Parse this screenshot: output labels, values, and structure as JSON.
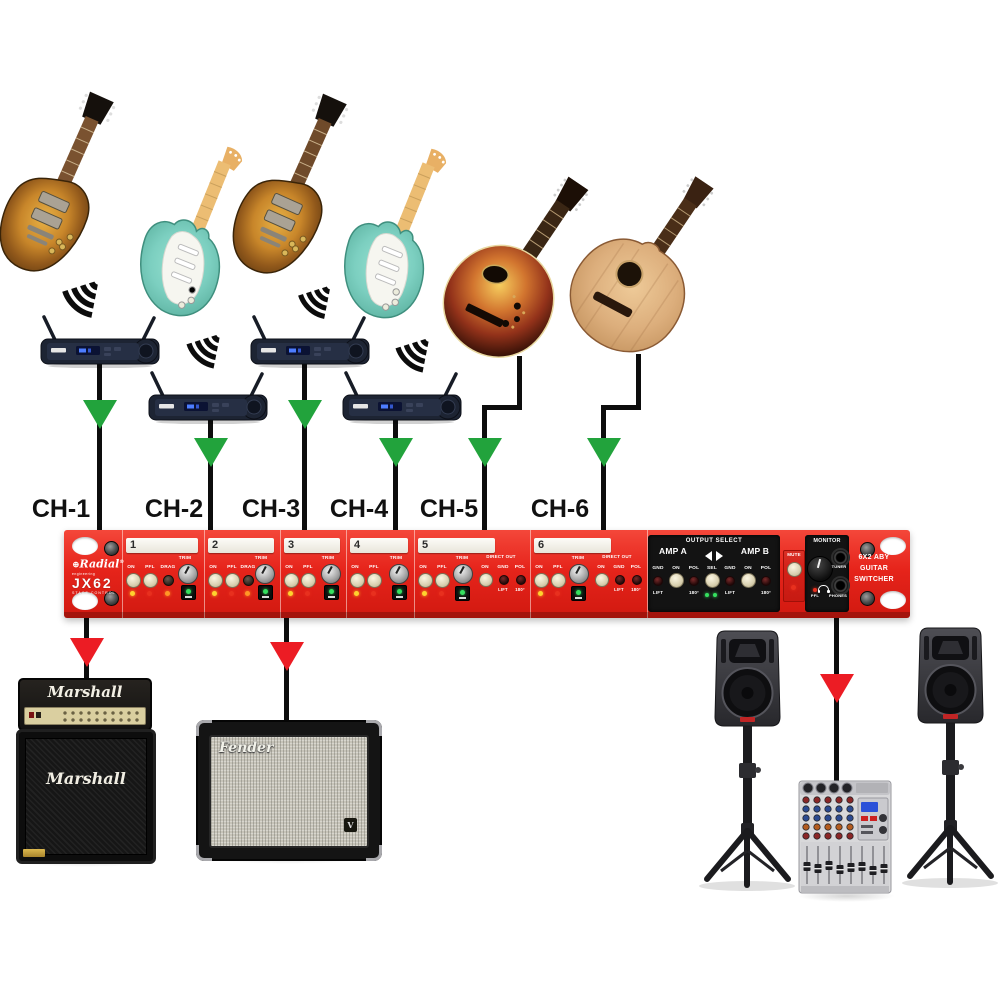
{
  "channel_labels": [
    "CH-1",
    "CH-2",
    "CH-3",
    "CH-4",
    "CH-5",
    "CH-6"
  ],
  "switcher": {
    "brand": "Radial",
    "brand_sub": "engineering",
    "model": "JX62",
    "model_sub": "STAGE CONTROL",
    "product": [
      "6X2 ABY",
      "GUITAR",
      "SWITCHER"
    ],
    "labels": {
      "on": "ON",
      "pfl": "PFL",
      "drag": "DRAG",
      "trim": "TRIM",
      "direct_out": "DIRECT OUT",
      "gnd": "GND",
      "pol": "POL",
      "sel": "SEL",
      "lift": "LIFT",
      "deg": "180°",
      "mute": "MUTE"
    },
    "channels": [
      {
        "number": "1"
      },
      {
        "number": "2"
      },
      {
        "number": "3"
      },
      {
        "number": "4"
      },
      {
        "number": "5"
      },
      {
        "number": "6"
      }
    ],
    "output_select": {
      "title": "OUTPUT SELECT",
      "amp_a": "AMP A",
      "amp_b": "AMP B",
      "row": [
        "GND",
        "ON",
        "POL",
        "SEL",
        "GND",
        "ON",
        "POL"
      ]
    },
    "monitor": {
      "title": "MONITOR",
      "tuner": "TUNER",
      "phones": "PHONES",
      "pfl": "PFL"
    }
  },
  "amps": {
    "marshall_logo": "Marshall",
    "fender_logo": "Fender",
    "fender_badge": "V"
  },
  "colors": {
    "rack_red": "#e6241b",
    "arrow_green": "#22a33c",
    "arrow_red": "#ec1c24",
    "cable": "#0d0d0d",
    "strat_seafoam": "#7ccfc0",
    "les_paul_burst": "#c8862a"
  }
}
